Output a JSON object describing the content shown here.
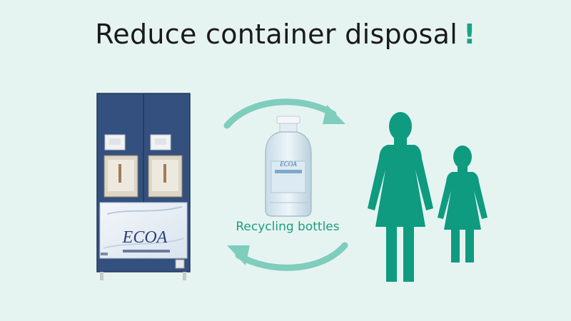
{
  "heading": {
    "text": "Reduce container disposal",
    "exclamation": "!"
  },
  "caption": {
    "text": "Recycling bottles"
  },
  "machine": {
    "brand_logo": "ECOA"
  },
  "bottle": {
    "label": "ECOA"
  },
  "colors": {
    "background": "#e6f4f1",
    "accent_green": "#1aa386",
    "arrow": "#7fcdbd",
    "figure": "#0e9b7f",
    "machine_blue": "#34507e"
  }
}
